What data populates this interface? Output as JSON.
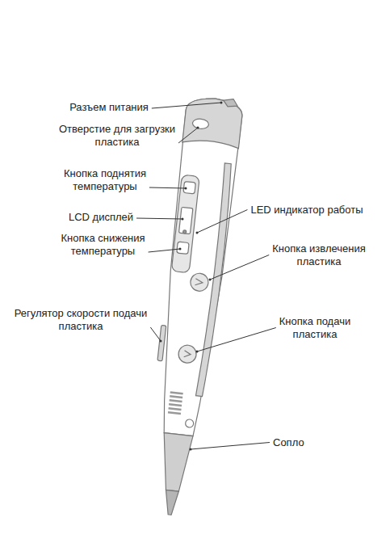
{
  "diagram": {
    "labels": [
      "Разъем питания",
      "Отверстие для загрузки пластика",
      "Кнопка поднятия температуры",
      "LCD дисплей",
      "Кнопка снижения температуры",
      "LED индикатор работы",
      "Кнопка извлечения пластика",
      "Регулятор скорости подачи пластика",
      "Кнопка подачи пластика",
      "Сопло"
    ]
  }
}
